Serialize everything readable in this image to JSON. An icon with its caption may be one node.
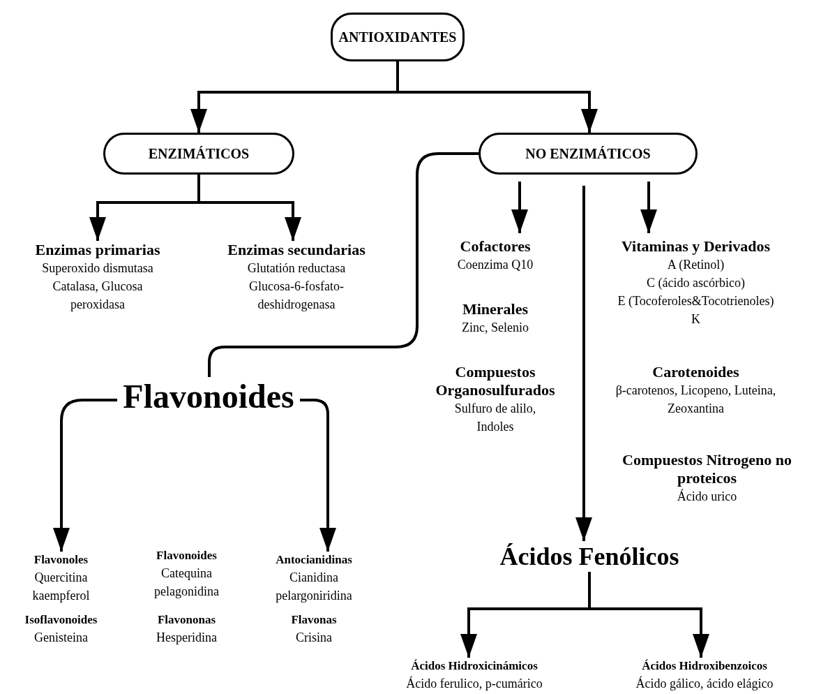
{
  "diagram": {
    "nodes": [
      {
        "text": [
          "ANTIOXIDANTES"
        ]
      },
      {
        "text": [
          "ENZIMÁTICOS"
        ]
      },
      {
        "text": [
          "NO ENZIMÁTICOS"
        ]
      },
      {
        "text": [
          "Enzimas primarias",
          "Superoxido dismutasa Catalasa, Glucosa peroxidasa"
        ]
      },
      {
        "text": [
          "Enzimas secundarias",
          "Glutatión reductasa Glucosa-6-fosfato-deshidrogenasa"
        ]
      },
      {
        "text": [
          "Cofactores",
          "Coenzima Q10"
        ]
      },
      {
        "text": [
          "Vitaminas y Derivados",
          "A (Retinol)",
          "C (ácido ascórbico)",
          "E (Tocoferoles&Tocotrienoles)",
          "K"
        ]
      },
      {
        "text": [
          "Minerales",
          "Zinc, Selenio"
        ]
      },
      {
        "text": [
          "Flavonoides"
        ]
      },
      {
        "text": [
          "Compuestos Organosulfurados",
          "Sulfuro de alilo, Indoles"
        ]
      },
      {
        "text": [
          "Carotenoides",
          "β-carotenos, Licopeno, Luteina, Zeoxantina"
        ]
      },
      {
        "text": [
          "Compuestos Nitrogeno no proteicos",
          "Ácido urico"
        ]
      },
      {
        "text": [
          "Flavonoles",
          "Quercitina kaempferol"
        ]
      },
      {
        "text": [
          "Flavonoides",
          "Catequina pelagonidina"
        ]
      },
      {
        "text": [
          "Antocianidinas",
          "Cianidina pelargoniridina"
        ]
      },
      {
        "text": [
          "Ácidos Fenólicos"
        ]
      },
      {
        "text": [
          "Isoflavonoides",
          "Genisteina"
        ]
      },
      {
        "text": [
          "Flavononas",
          "Hesperidina"
        ]
      },
      {
        "text": [
          "Flavonas",
          "Crisina"
        ]
      },
      {
        "text": [
          "Ácidos Hidroxicinámicos",
          "Ácido ferulico, p-cumárico"
        ]
      },
      {
        "text": [
          "Ácidos  Hidroxibenzoicos",
          "Ácido gálico, ácido elágico"
        ]
      }
    ],
    "edges": [
      {
        "from": 0,
        "to": 1,
        "arrow": "to"
      },
      {
        "from": 0,
        "to": 2,
        "arrow": "to"
      },
      {
        "from": 1,
        "to": 3,
        "arrow": "to"
      },
      {
        "from": 1,
        "to": 4,
        "arrow": "to"
      },
      {
        "from": 2,
        "to": 8,
        "arrow": "none"
      },
      {
        "from": 2,
        "to": 5,
        "arrow": "to"
      },
      {
        "from": 2,
        "to": 6,
        "arrow": "to"
      },
      {
        "from": 2,
        "to": 15,
        "arrow": "to"
      },
      {
        "from": 8,
        "to": 12,
        "arrow": "to"
      },
      {
        "from": 8,
        "to": 14,
        "arrow": "to"
      },
      {
        "from": 15,
        "to": 19,
        "arrow": "to"
      },
      {
        "from": 15,
        "to": 20,
        "arrow": "to"
      }
    ]
  }
}
